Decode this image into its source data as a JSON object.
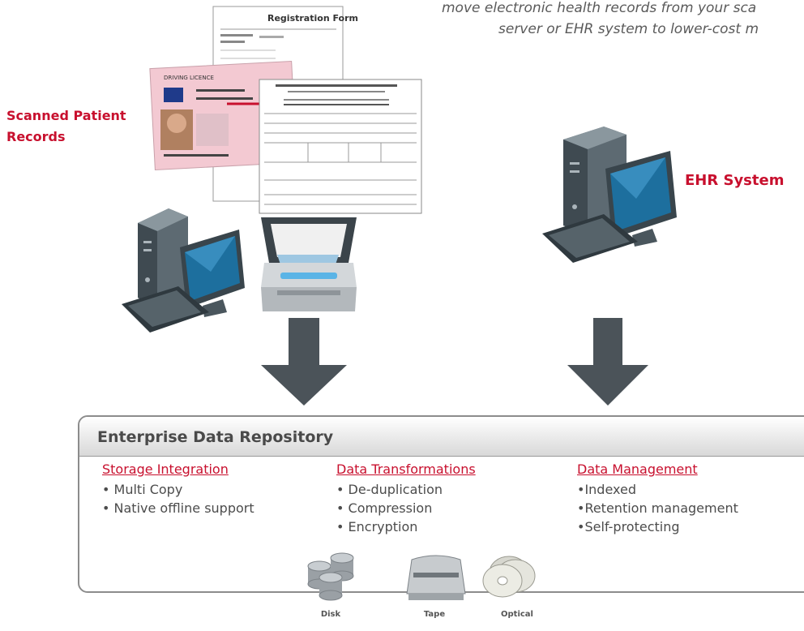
{
  "caption": {
    "line1": "move electronic health records from your sca",
    "line2": "server or EHR system to lower-cost m"
  },
  "labels": {
    "scanned": "Scanned Patient Records",
    "ehr": "EHR System"
  },
  "documents": {
    "registration_title": "Registration Form",
    "licence_header": "DRIVING LICENCE"
  },
  "repository": {
    "title": "Enterprise Data Repository",
    "columns": [
      {
        "title": "Storage Integration",
        "items": [
          "• Multi Copy",
          "• Native offline support"
        ]
      },
      {
        "title": "Data Transformations",
        "items": [
          "• De-duplication",
          "• Compression",
          "• Encryption"
        ]
      },
      {
        "title": "Data Management",
        "items": [
          "•Indexed",
          "•Retention management",
          "•Self-protecting"
        ]
      }
    ]
  },
  "storage": {
    "disk": "Disk",
    "tape": "Tape",
    "optical": "Optical"
  },
  "colors": {
    "accent_red": "#c8102e",
    "arrow": "#4b5359",
    "monitor_body": "#3c4a52"
  }
}
